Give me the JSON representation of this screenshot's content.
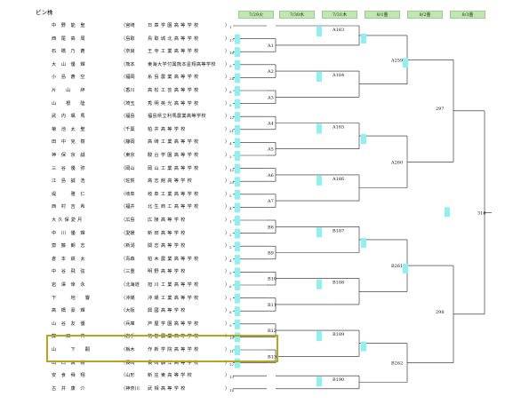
{
  "title": "ピン株",
  "dates": [
    "7/29火",
    "7/30水",
    "7/31木",
    "8/1金",
    "8/2金",
    "8/3金"
  ],
  "players": [
    {
      "name": "中　野　能　聖",
      "pref": "（宮崎",
      "school": "日 章 学 園 高 等 学 校",
      "seed": "1"
    },
    {
      "name": "西　尾　高　周",
      "pref": "（島取",
      "school": "鳥 取 城 北 高 等 学 校",
      "seed": "17"
    },
    {
      "name": "石　橋　乃　蒼",
      "pref": "（奈良",
      "school": "王 寺 工 業 高 等 学 校",
      "seed": "16"
    },
    {
      "name": "大　山　優　輝",
      "pref": "（熊本",
      "school": "東海大学付属熊本星翔高等学校",
      "seed": "9"
    },
    {
      "name": "小　島　蒼　空",
      "pref": "（福岡",
      "school": "糸 島 農 業 高 等 学 校",
      "seed": "24"
    },
    {
      "name": "片　　山　　絆",
      "pref": "（香川",
      "school": "高 松 工 芸 高 等 学 校",
      "seed": "8"
    },
    {
      "name": "山　　根　　陸",
      "pref": "（埼玉",
      "school": "秀 明 英 光 高 等 学 校",
      "seed": "5"
    },
    {
      "name": "武　内　颯　馬",
      "pref": "（福島",
      "school": "福島県立利馬農業高等学校",
      "seed": "12"
    },
    {
      "name": "菊　池　太　聖",
      "pref": "（千葉",
      "school": "柏 井 高 等 学 校",
      "seed": "21"
    },
    {
      "name": "田　中　克　樹",
      "pref": "（静岡",
      "school": "高 崎 工 業 高 等 学 校",
      "seed": "4"
    },
    {
      "name": "神　保　京　誠",
      "pref": "（東京",
      "school": "駿 台 学 園 高 等 学 校",
      "seed": "3"
    },
    {
      "name": "三　谷　優　弥",
      "pref": "（岡山",
      "school": "岡 山 工 業 高 等 学 校",
      "seed": "13"
    },
    {
      "name": "江　島　誠　浩",
      "pref": "（佐賀",
      "school": "高 志 館 高 等 学 校",
      "seed": "20"
    },
    {
      "name": "堤　　　雅　仁",
      "pref": "（岐阜",
      "school": "岐 阜 工 業 高 等 学 校",
      "seed": "5"
    },
    {
      "name": "西　村　吉　希",
      "pref": "（福井",
      "school": "北 生 商 工 高 等 学 校",
      "seed": "4"
    },
    {
      "name": "大 久 保 愛 月",
      "pref": "（広島",
      "school": "広 陵 高 等 学 校",
      "seed": "1"
    },
    {
      "name": "中　川　優　輝",
      "pref": "（愛媛",
      "school": "新 田 高 等 学 校",
      "seed": "2"
    },
    {
      "name": "齋　藤　朗　志",
      "pref": "（新潟",
      "school": "関 志 高 等 学 校",
      "seed": "3"
    },
    {
      "name": "倉　本　鉄　太",
      "pref": "（青森",
      "school": "柏 木 農 業 高 等 学 校",
      "seed": "4"
    },
    {
      "name": "中　谷　飛　弦",
      "pref": "（三重",
      "school": "明 野 高 等 学 校",
      "seed": "5"
    },
    {
      "name": "岩　澤　倖　永",
      "pref": "（北海道",
      "school": "旭 川 工 業 高 等 学 校",
      "seed": "6"
    },
    {
      "name": "下　　　地　　響",
      "pref": "（沖縄",
      "school": "沖 縄 工 業 高 等 学 校",
      "seed": "7"
    },
    {
      "name": "髙　橋　豪　輝",
      "pref": "（大阪",
      "school": "興 國 高 等 学 校",
      "seed": "8"
    },
    {
      "name": "山　谷　友　優",
      "pref": "（兵庫",
      "school": "芦 屋 学 園 高 等 学 校",
      "seed": "9"
    },
    {
      "name": "藤　　田　　共",
      "pref": "（岩手",
      "school": "花 巻 農 業 高 等 学 校",
      "seed": "10"
    },
    {
      "name": "山　　　下　　嗣",
      "pref": "（栃木",
      "school": "作 新 学 院 高 等 学 校",
      "seed": "11"
    },
    {
      "name": "山　口　真　樹",
      "pref": "（長崎",
      "school": "長 崎 鶴 洋 高 等 学 校",
      "seed": "12"
    },
    {
      "name": "安　食　舜　翔",
      "pref": "（山形",
      "school": "新 庄 東 高 等 学 校",
      "seed": "13"
    },
    {
      "name": "古　井　康　介",
      "pref": "（神奈川",
      "school": "武 相 高 等 学 校",
      "seed": "14"
    }
  ],
  "matches_r1": [
    "A1",
    "A2",
    "A3",
    "A4",
    "A5",
    "A6",
    "A7",
    "B8",
    "B9",
    "B10",
    "B11",
    "B12",
    "B13"
  ],
  "matches_r2": [
    "A183",
    "A184",
    "A185",
    "A186",
    "B187",
    "B188",
    "B189",
    "B190"
  ],
  "matches_r3": [
    "A259",
    "A260",
    "B261",
    "B262"
  ],
  "match_r4_top": "297",
  "match_r4_bottom": "298",
  "match_final": "316",
  "highlight_color": "#b5a51f",
  "cell_color": "#8ff0f0",
  "date_tab_color": "#bfe6b3"
}
